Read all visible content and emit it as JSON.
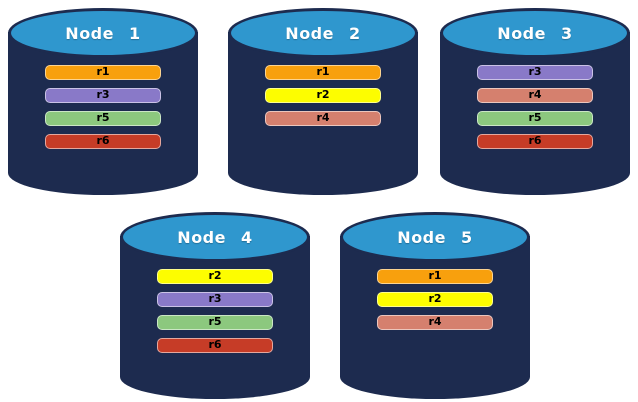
{
  "diagram": {
    "description": "Five database node cylinders showing replica placement",
    "colors": {
      "background": "#FFFFFF",
      "cylinder_body": "#1D2B4F",
      "cylinder_top": "#2F97CE",
      "node_label_text": "#FFFFFF",
      "replica_label_text": "#000000"
    },
    "replica_colors": {
      "r1": "#F8A00D",
      "r2": "#FDFD00",
      "r3": "#8979C8",
      "r4": "#D5806E",
      "r5": "#8CC87E",
      "r6": "#C63C27"
    },
    "nodes": [
      {
        "label": "Node 1",
        "replicas": [
          "r1",
          "r3",
          "r5",
          "r6"
        ]
      },
      {
        "label": "Node 2",
        "replicas": [
          "r1",
          "r2",
          "r4"
        ]
      },
      {
        "label": "Node 3",
        "replicas": [
          "r3",
          "r4",
          "r5",
          "r6"
        ]
      },
      {
        "label": "Node 4",
        "replicas": [
          "r2",
          "r3",
          "r5",
          "r6"
        ]
      },
      {
        "label": "Node 5",
        "replicas": [
          "r1",
          "r2",
          "r4"
        ]
      }
    ]
  }
}
